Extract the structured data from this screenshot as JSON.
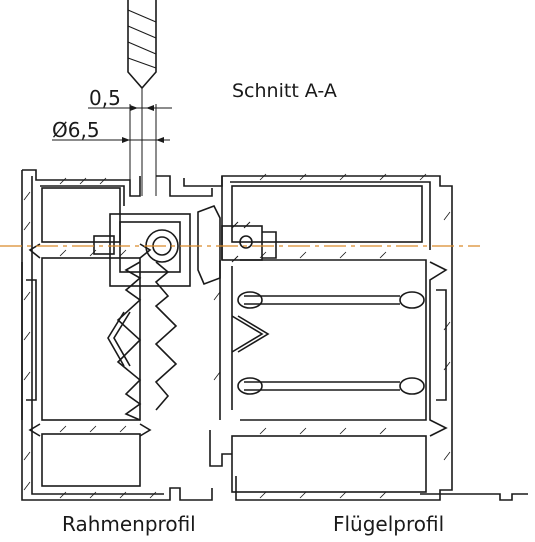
{
  "title": "Schnitt A-A",
  "dimensions": {
    "offset": "0,5",
    "diameter": "Ø6,5"
  },
  "captions": {
    "left": "Rahmenprofil",
    "right": "Flügelprofil"
  },
  "colors": {
    "line": "#1a1a1a",
    "axis": "#d98a2b"
  }
}
